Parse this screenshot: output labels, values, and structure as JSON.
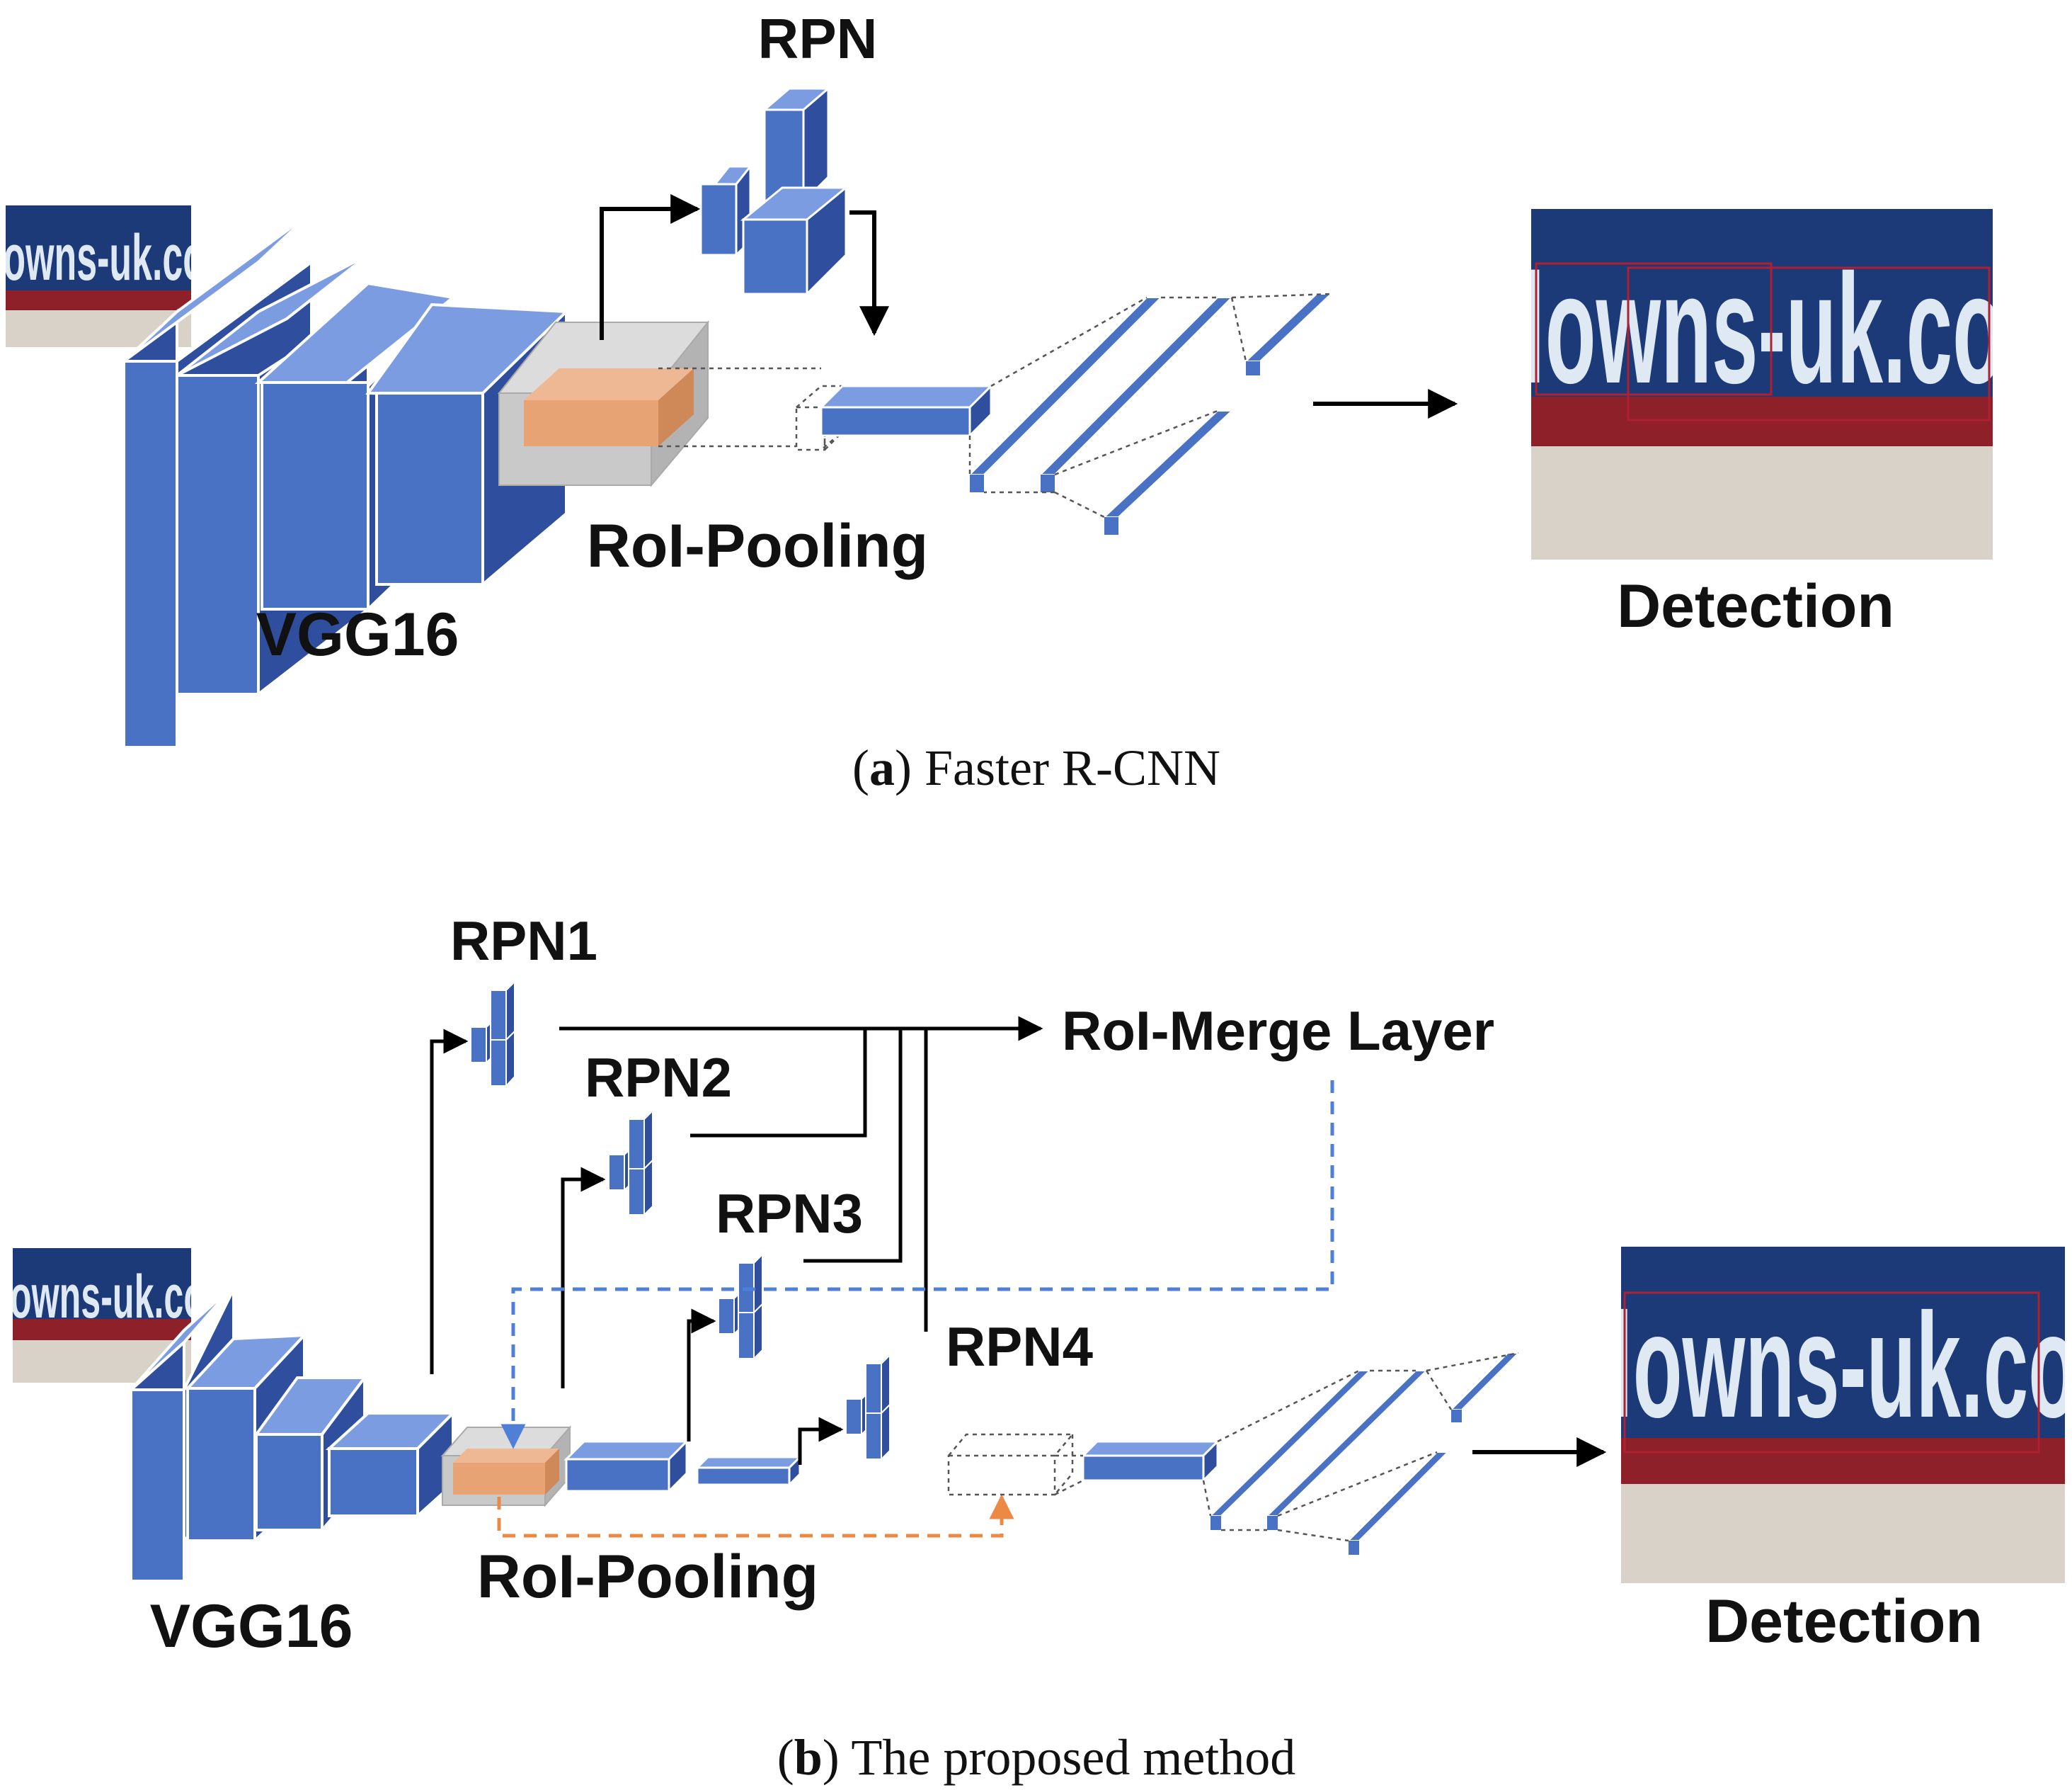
{
  "colors": {
    "block_front": "#4a72c4",
    "block_top": "#7b9ce0",
    "block_side": "#2f4f9e",
    "roi": "#e7a374",
    "gray": "#c9c9c9",
    "arrow": "#000000",
    "dash_blue": "#4f7fd6",
    "dash_orange": "#ec8a45",
    "sign_blue": "#1d3a78",
    "sign_red": "#8d2028"
  },
  "panel_a": {
    "rpn_label": "RPN",
    "roi_label": "RoI-Pooling",
    "backbone_label": "VGG16",
    "output_label": "Detection",
    "caption_letter": "a",
    "caption_rest": "Faster R-CNN",
    "image_text": "lowns-uk.co"
  },
  "panel_b": {
    "rpn1_label": "RPN1",
    "rpn2_label": "RPN2",
    "rpn3_label": "RPN3",
    "rpn4_label": "RPN4",
    "merge_label": "RoI-Merge Layer",
    "roi_label": "RoI-Pooling",
    "backbone_label": "VGG16",
    "output_label": "Detection",
    "caption_letter": "b",
    "caption_rest": "The proposed method",
    "image_text": "lowns-uk.co"
  }
}
